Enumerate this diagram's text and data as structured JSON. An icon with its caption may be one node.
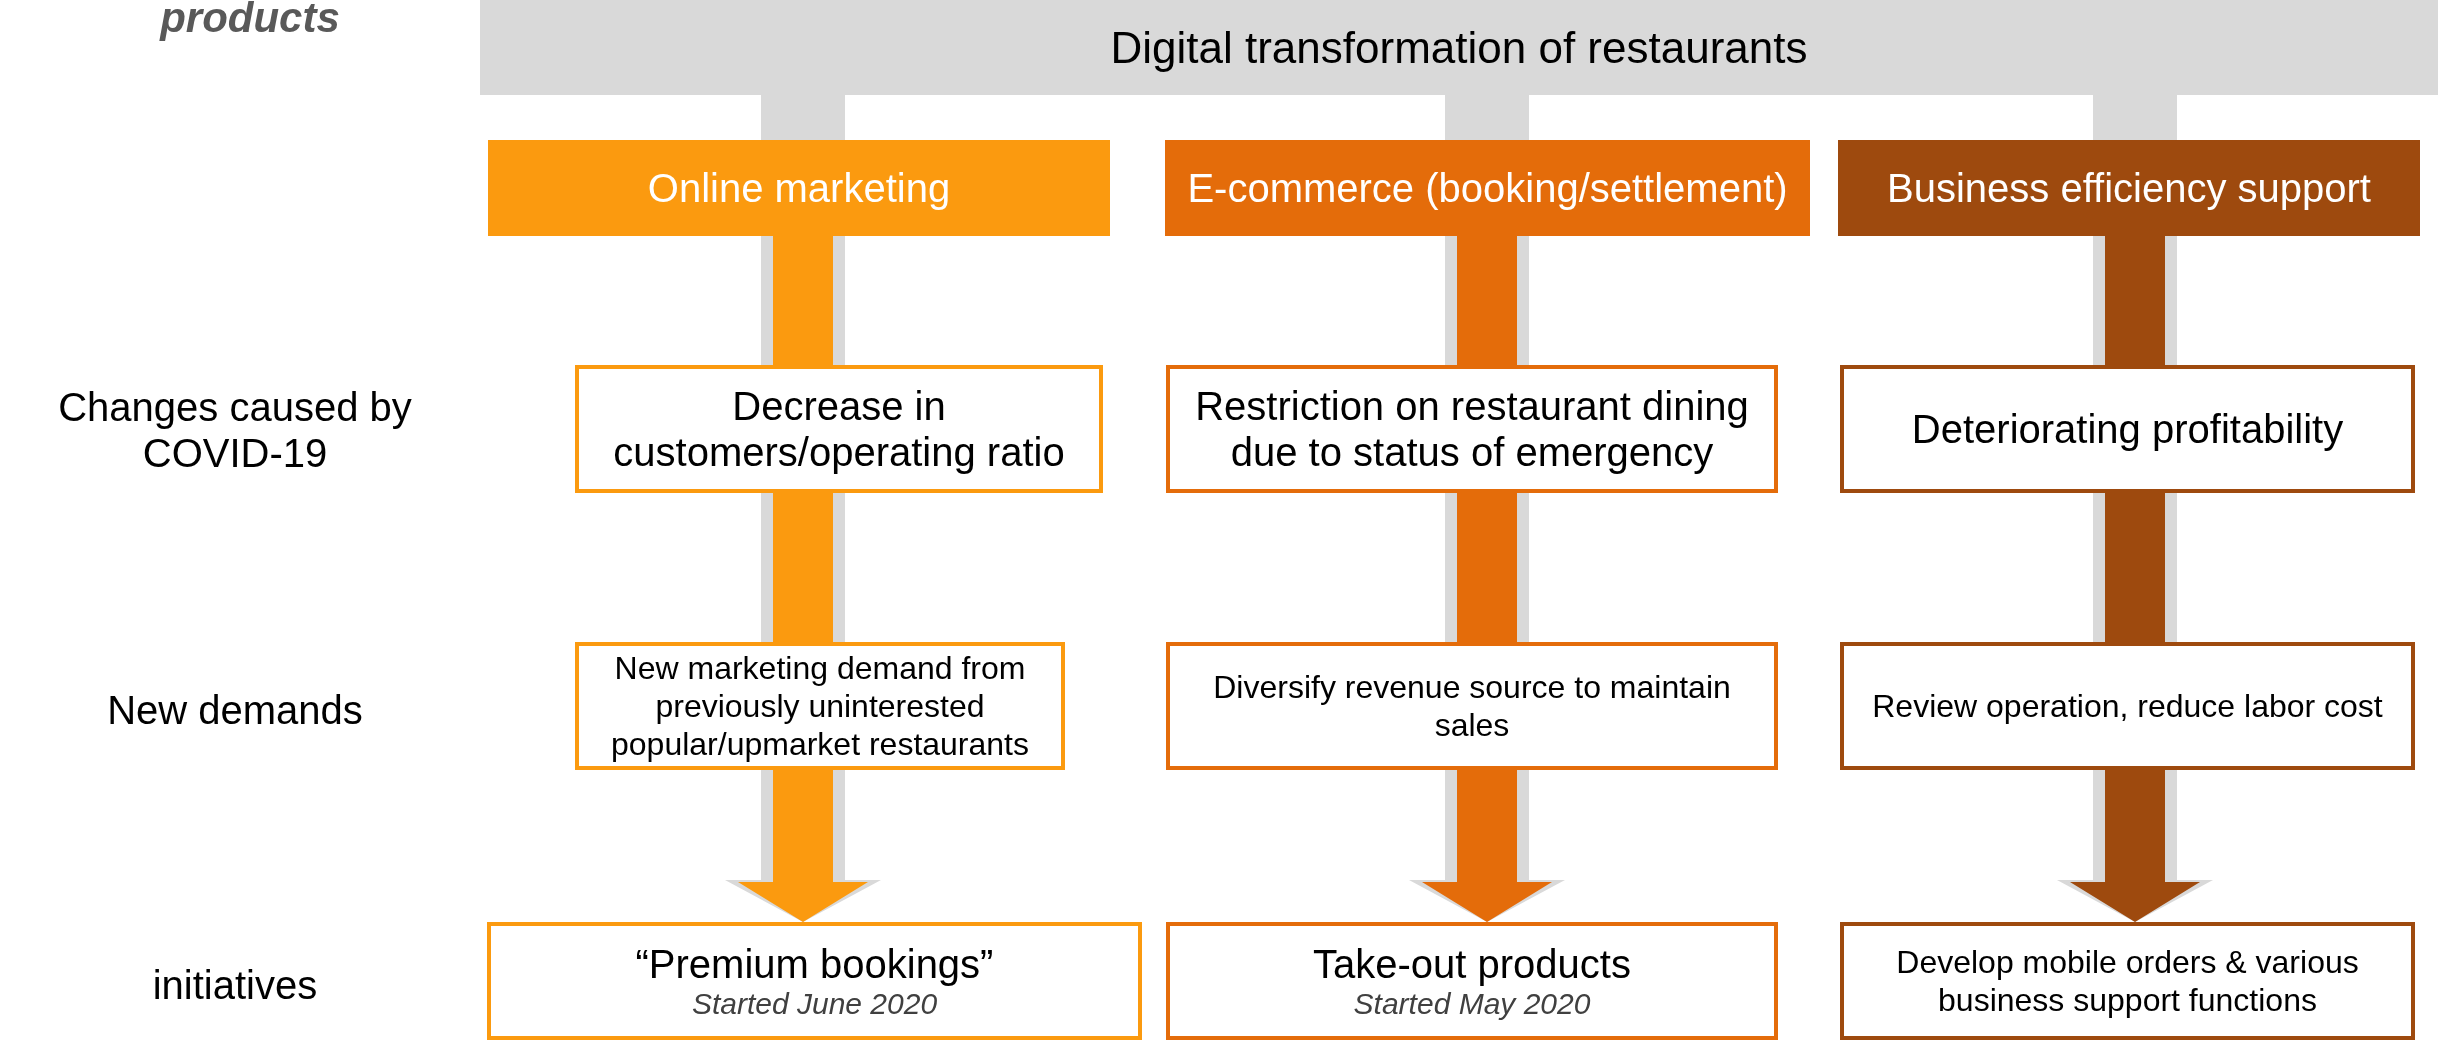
{
  "diagram": {
    "nodes": [
      {
        "text": [
          "Digital transformation of restaurants"
        ]
      },
      {
        "text": [
          "Online marketing"
        ]
      },
      {
        "text": [
          "E-commerce (booking/settlement)"
        ]
      },
      {
        "text": [
          "Business efficiency support"
        ]
      },
      {
        "text": [
          "Decrease in customers/operating ratio"
        ]
      },
      {
        "text": [
          "Restriction on restaurant dining due to status of emergency"
        ]
      },
      {
        "text": [
          "Deteriorating profitability"
        ]
      },
      {
        "text": [
          "New marketing demand from previously uninterested popular/upmarket restaurants"
        ]
      },
      {
        "text": [
          "Diversify revenue source to maintain sales"
        ]
      },
      {
        "text": [
          "Review operation, reduce labor cost"
        ]
      },
      {
        "text": [
          "“Premium bookings”",
          "Started June 2020"
        ]
      },
      {
        "text": [
          "Take-out products",
          "Started May 2020"
        ]
      },
      {
        "text": [
          "Develop mobile orders & various business support functions"
        ]
      }
    ],
    "edges": [
      {
        "from": 1,
        "to": 4,
        "arrow": "none",
        "color": "#fb9a0f"
      },
      {
        "from": 4,
        "to": 7,
        "arrow": "none",
        "color": "#fb9a0f"
      },
      {
        "from": 7,
        "to": 10,
        "arrow": "to",
        "color": "#fb9a0f"
      },
      {
        "from": 2,
        "to": 5,
        "arrow": "none",
        "color": "#e46c0a"
      },
      {
        "from": 5,
        "to": 8,
        "arrow": "none",
        "color": "#e46c0a"
      },
      {
        "from": 8,
        "to": 11,
        "arrow": "to",
        "color": "#e46c0a"
      },
      {
        "from": 3,
        "to": 6,
        "arrow": "none",
        "color": "#9e4a0e"
      },
      {
        "from": 6,
        "to": 9,
        "arrow": "none",
        "color": "#9e4a0e"
      },
      {
        "from": 9,
        "to": 12,
        "arrow": "to",
        "color": "#9e4a0e"
      }
    ],
    "labels": [
      "products",
      "Changes caused by COVID-19",
      "New demands",
      "initiatives"
    ]
  }
}
